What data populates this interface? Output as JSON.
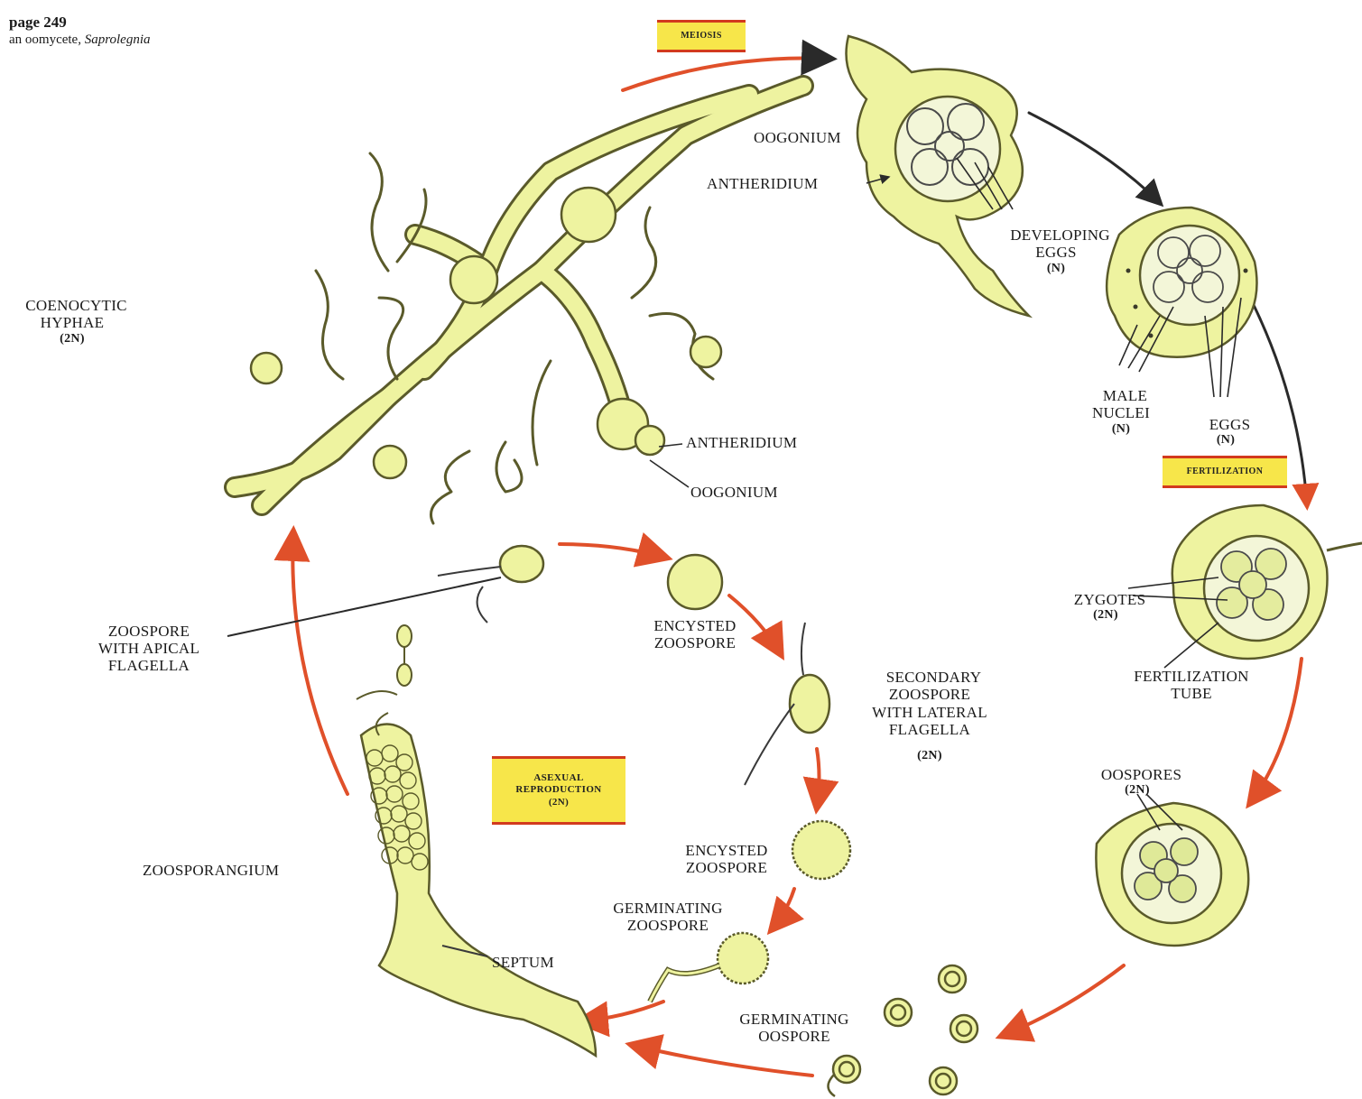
{
  "header": {
    "page": "page 249",
    "subtitle_prefix": "an oomycete, ",
    "subtitle_genus": "Saprolegnia"
  },
  "stage_badges": {
    "meiosis": "MEIOSIS",
    "fertilization": "FERTILIZATION",
    "asexual": "ASEXUAL\nREPRODUCTION\n(2n)"
  },
  "labels": {
    "coenocytic_hyphae": "COENOCYTIC\nHYPHAE",
    "coenocytic_ploidy": "(2n)",
    "oogonium_top": "OOGONIUM",
    "antheridium_top": "ANTHERIDIUM",
    "developing_eggs": "DEVELOPING\nEGGS",
    "developing_eggs_ploidy": "(n)",
    "male_nuclei": "MALE\nNUCLEI",
    "male_nuclei_ploidy": "(n)",
    "eggs": "EGGS",
    "eggs_ploidy": "(n)",
    "antheridium_mid": "ANTHERIDIUM",
    "oogonium_mid": "OOGONIUM",
    "zygotes": "ZYGOTES",
    "zygotes_ploidy": "(2n)",
    "fertilization_tube": "FERTILIZATION\nTUBE",
    "oospores": "OOSPORES",
    "oospores_ploidy": "(2n)",
    "germinating_oospore": "GERMINATING\nOOSPORE",
    "zoospore_apical": "ZOOSPORE\nWITH APICAL\nFLAGELLA",
    "encysted_zoospore_1": "ENCYSTED\nZOOSPORE",
    "secondary_zoospore": "SECONDARY\nZOOSPORE\nWITH LATERAL\nFLAGELLA",
    "secondary_ploidy": "(2n)",
    "encysted_zoospore_2": "ENCYSTED\nZOOSPORE",
    "germinating_zoospore": "GERMINATING\nZOOSPORE",
    "zoosporangium": "ZOOSPORANGIUM",
    "septum": "SEPTUM"
  },
  "colors": {
    "hypha_fill": "#eef3a0",
    "hypha_stroke": "#5a5a2a",
    "arrow_red": "#e0502a",
    "arrow_dark": "#2a2a2a",
    "badge_fill": "#f7e64a",
    "badge_border": "#d23a1e"
  }
}
